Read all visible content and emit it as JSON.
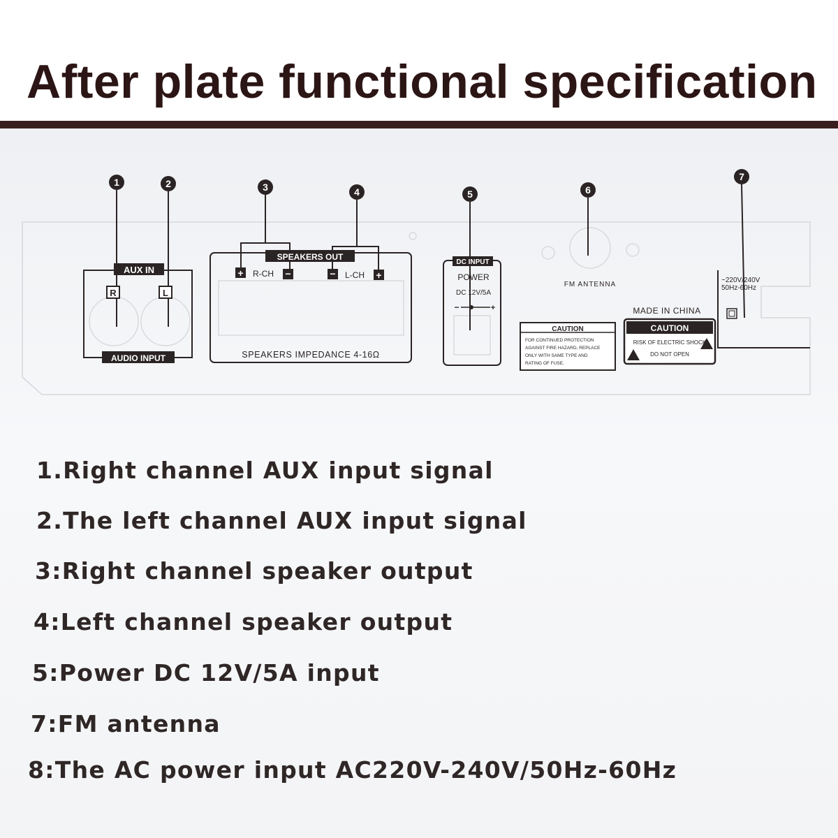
{
  "title": "After plate functional specification",
  "markers": [
    "1",
    "2",
    "3",
    "4",
    "5",
    "6",
    "7"
  ],
  "panel": {
    "aux_in": "AUX IN",
    "aux_r": "R",
    "aux_l": "L",
    "audio_input": "AUDIO INPUT",
    "speakers_out": "SPEAKERS OUT",
    "r_ch": "R-CH",
    "l_ch": "L-CH",
    "plus": "+",
    "minus": "−",
    "speakers_impedance": "SPEAKERS IMPEDANCE 4-16Ω",
    "dc_input": "DC INPUT",
    "power": "POWER",
    "dc_rating": "DC 12V/5A",
    "fm_antenna": "FM ANTENNA",
    "made_in_china": "MADE IN CHINA",
    "caution_small_title": "CAUTION",
    "caution_small_lines": [
      "FOR CONTINUED PROTECTION",
      "AGAINST FIRE HAZARD, REPLACE",
      "ONLY WITH SAME TYPE AND",
      "RATING OF FUSE."
    ],
    "caution_big_title": "CAUTION",
    "caution_big_line1": "RISK OF ELECTRIC SHOCK",
    "caution_big_line2": "DO NOT OPEN",
    "ac_rating_line1": "~220V/240V",
    "ac_rating_line2": "50Hz-60Hz"
  },
  "legend": [
    "1.Right channel AUX input signal",
    "2.The left channel AUX input signal",
    "3:Right channel speaker output",
    "4:Left channel speaker output",
    "5:Power DC 12V/5A input",
    "7:FM antenna",
    "8:The AC power input AC220V-240V/50Hz-60Hz"
  ],
  "colors": {
    "title_rule": "#3a1e1e",
    "ink": "#2b2424",
    "sheet": "#f3f4f6"
  }
}
